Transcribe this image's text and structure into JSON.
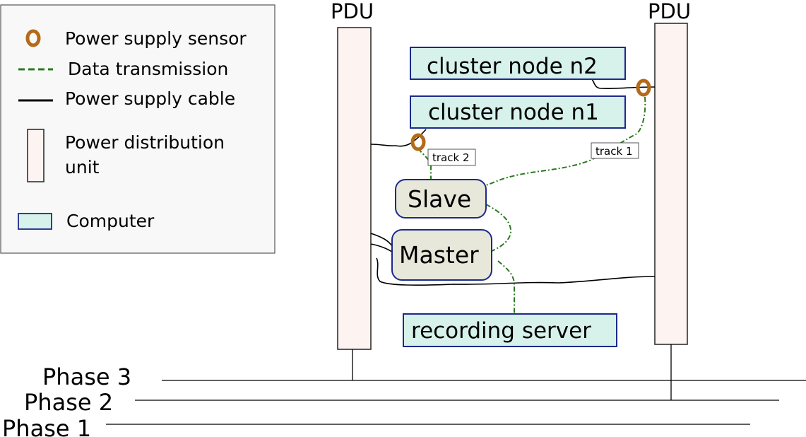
{
  "legend": {
    "items": [
      {
        "label": "Power supply sensor",
        "icon": "sensor-ring-icon"
      },
      {
        "label": "Data transmission",
        "icon": "dashed-line-icon"
      },
      {
        "label": "Power supply cable",
        "icon": "solid-line-icon"
      },
      {
        "label_line1": "Power distribution",
        "label_line2": "unit",
        "icon": "pdu-box-icon"
      },
      {
        "label": "Computer",
        "icon": "computer-box-icon"
      }
    ]
  },
  "pdu_left": {
    "label": "PDU"
  },
  "pdu_right": {
    "label": "PDU"
  },
  "nodes": {
    "cluster_n2": "cluster node n2",
    "cluster_n1": "cluster node n1",
    "slave": "Slave",
    "master": "Master",
    "recording_server": "recording server"
  },
  "tracks": {
    "track2": "track 2",
    "track1": "track 1"
  },
  "phases": [
    "Phase 3",
    "Phase 2",
    "Phase 1"
  ],
  "colors": {
    "pdu_fill": "#fdf3f1",
    "computer_fill": "#d7f1eb",
    "computer_border": "#1c2a8a",
    "rounded_fill": "#e7e7da",
    "sensor": "#b46a17",
    "data_line": "#2a7a1f",
    "legend_bg": "#f8f8f8"
  }
}
